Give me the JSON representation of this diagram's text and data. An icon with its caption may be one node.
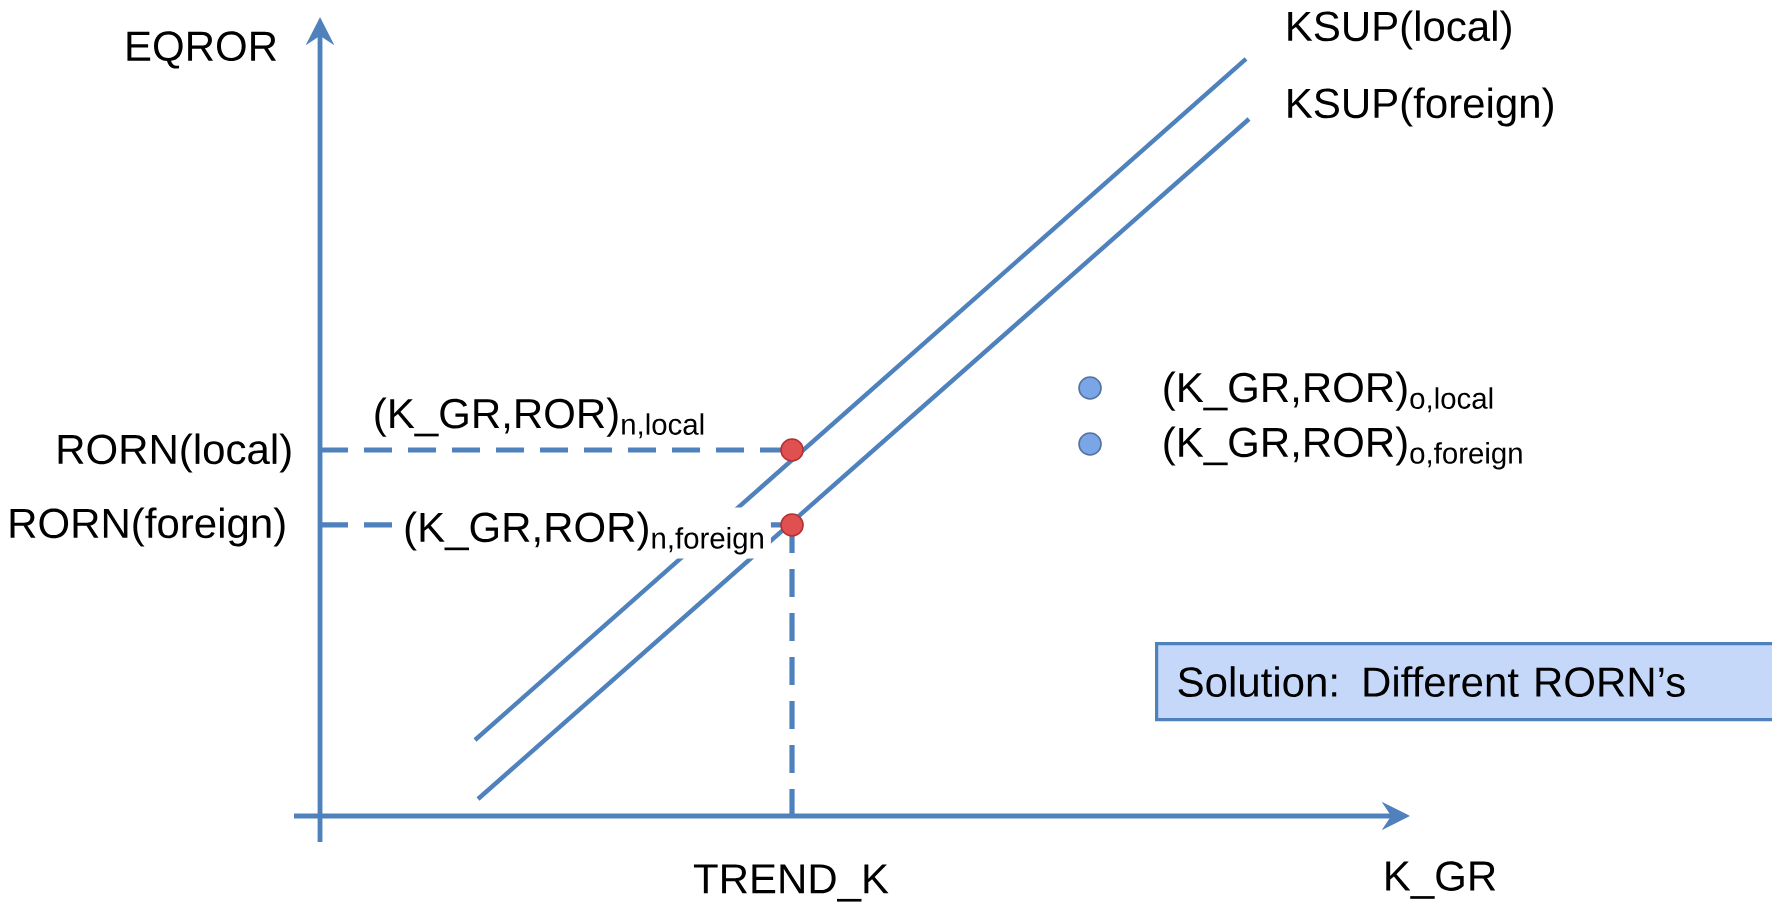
{
  "diagram": {
    "nodes": [
      {
        "text": [
          "Solution:  Different RORN’s"
        ]
      }
    ],
    "labels": [
      "KSUP(local)",
      "EQROR",
      "KSUP(foreign)",
      "(K_GR,ROR)$_{n,local}$",
      "RORN(local)",
      "RORN(foreign)",
      "(K_GR,ROR)$_{n,foreign}$",
      "TREND_K",
      "K_GR"
    ],
    "legend": [
      {
        "text": "(K_GR,ROR)$_{o,local}$",
        "color": "#7aa5e6"
      },
      {
        "text": "(K_GR,ROR)$_{o,foreign}$",
        "color": "#7aa5e6"
      }
    ]
  }
}
